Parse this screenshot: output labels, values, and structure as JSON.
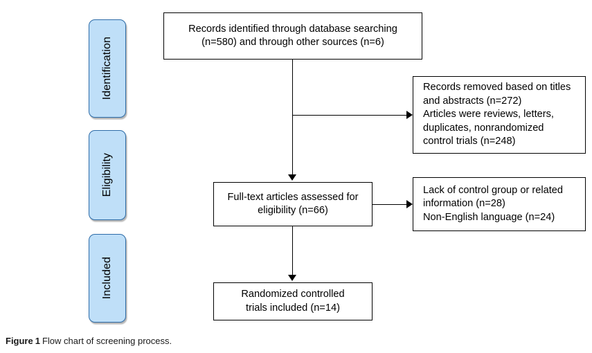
{
  "figure": {
    "caption_label": "Figure",
    "caption_separator": "1",
    "caption_text": "Flow chart of screening process."
  },
  "colors": {
    "stage_fill": "#bfdff8",
    "stage_border": "#2d6ca8",
    "box_fill": "#ffffff",
    "box_border": "#000000",
    "text": "#000000",
    "background": "#ffffff"
  },
  "stages": [
    {
      "id": "identification",
      "label": "Identification"
    },
    {
      "id": "eligibility",
      "label": "Eligibility"
    },
    {
      "id": "included",
      "label": "Included"
    }
  ],
  "chart_data": {
    "type": "diagram",
    "title": "Flow chart of screening process.",
    "nodes": [
      {
        "id": "records-identified",
        "stage": "identification",
        "align": "center",
        "text": "Records identified through database searching\n(n=580) and through other sources (n=6)",
        "counts": {
          "database_searching": 580,
          "other_sources": 6
        }
      },
      {
        "id": "records-removed",
        "stage": "identification",
        "align": "left",
        "text": "Records removed based on titles\nand abstracts (n=272)\nArticles were reviews, letters,\nduplicates, nonrandomized\ncontrol trials (n=248)",
        "counts": {
          "removed_titles_abstracts": 272,
          "reviews_letters_duplicates_nonrandomized": 248
        }
      },
      {
        "id": "full-text-assessed",
        "stage": "eligibility",
        "align": "center",
        "text": "Full-text articles assessed for\neligibility (n=66)",
        "counts": {
          "full_text_assessed": 66
        }
      },
      {
        "id": "full-text-excluded",
        "stage": "eligibility",
        "align": "left",
        "text": "Lack of control group or related\ninformation (n=28)\nNon-English language (n=24)",
        "counts": {
          "lack_of_control_group": 28,
          "non_english_language": 24
        }
      },
      {
        "id": "trials-included",
        "stage": "included",
        "align": "center",
        "text": "Randomized controlled\ntrials included (n=14)",
        "counts": {
          "randomized_controlled_trials_included": 14
        }
      }
    ],
    "edges": [
      {
        "from": "records-identified",
        "to": "records-removed",
        "direction": "right"
      },
      {
        "from": "records-identified",
        "to": "full-text-assessed",
        "direction": "down"
      },
      {
        "from": "full-text-assessed",
        "to": "full-text-excluded",
        "direction": "right"
      },
      {
        "from": "full-text-assessed",
        "to": "trials-included",
        "direction": "down"
      }
    ]
  }
}
